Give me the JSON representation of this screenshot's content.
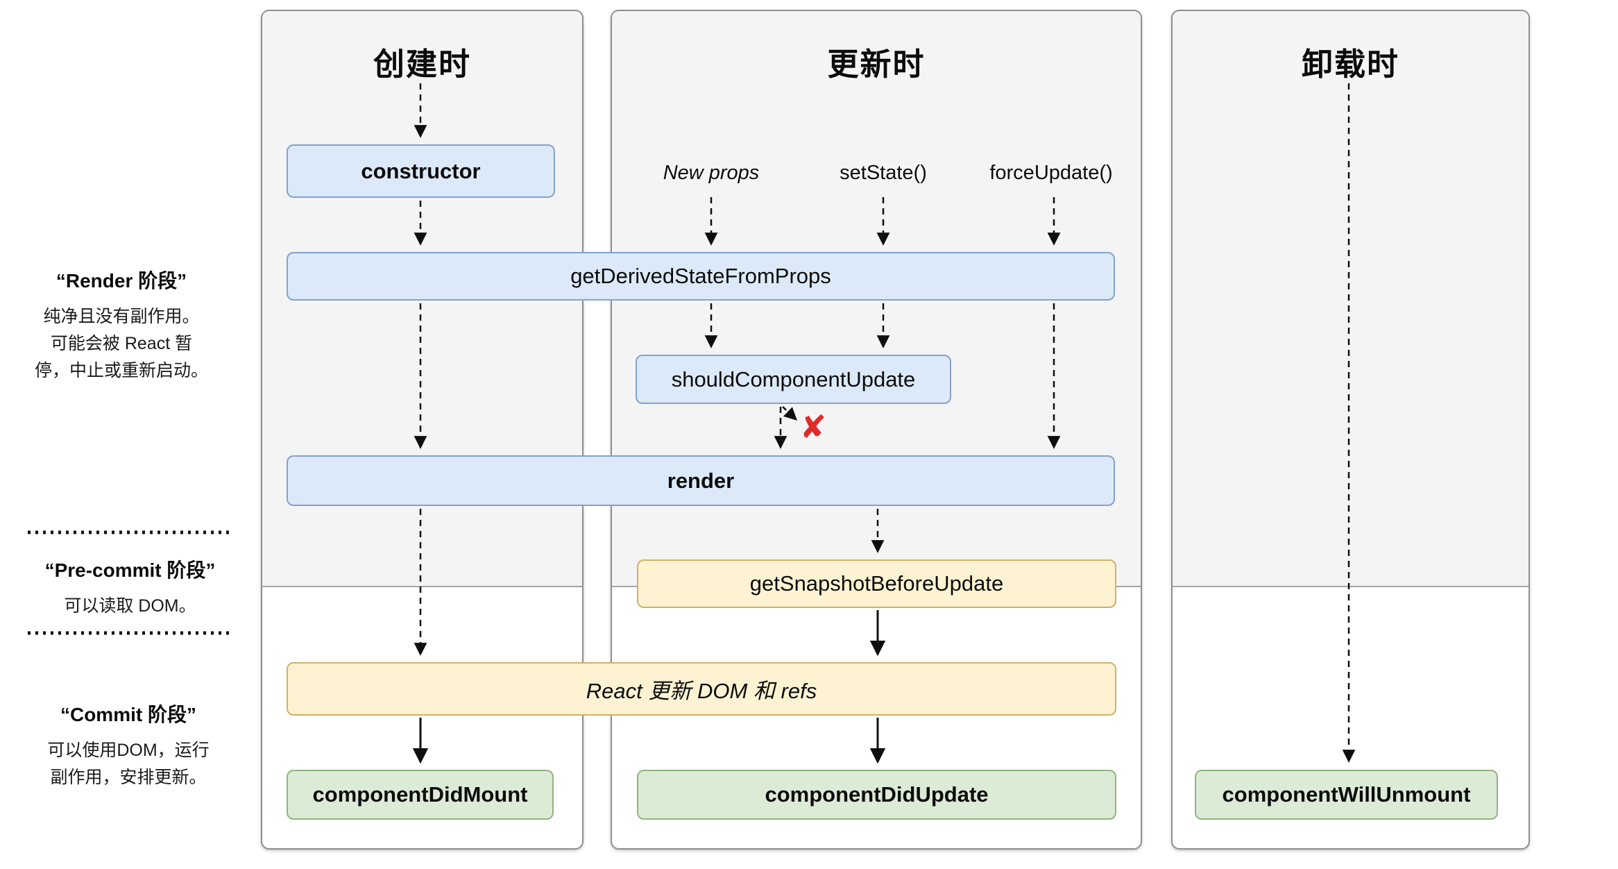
{
  "diagram": {
    "columns": [
      {
        "title": "创建时"
      },
      {
        "title": "更新时"
      },
      {
        "title": "卸载时"
      }
    ],
    "update_triggers": [
      {
        "label": "New props"
      },
      {
        "label": "setState()"
      },
      {
        "label": "forceUpdate()"
      }
    ],
    "nodes": {
      "constructor": "constructor",
      "get_derived_state_from_props": "getDerivedStateFromProps",
      "should_component_update": "shouldComponentUpdate",
      "render": "render",
      "get_snapshot_before_update": "getSnapshotBeforeUpdate",
      "react_updates_dom": "React 更新 DOM 和 refs",
      "component_did_mount": "componentDidMount",
      "component_did_update": "componentDidUpdate",
      "component_will_unmount": "componentWillUnmount"
    },
    "phase_labels": [
      {
        "title": "“Render 阶段”",
        "lines": [
          "纯净且没有副作用。",
          "可能会被 React 暂",
          "停，中止或重新启动。"
        ]
      },
      {
        "title": "“Pre-commit 阶段”",
        "lines": [
          "可以读取 DOM。"
        ]
      },
      {
        "title": "“Commit 阶段”",
        "lines": [
          "可以使用DOM，运行",
          "副作用，安排更新。"
        ]
      }
    ],
    "icons": {
      "abort_x_icon": "✘"
    },
    "colors": {
      "node_blue_fill": "#dbe9f8",
      "node_blue_border": "#84a2cc",
      "node_yellow_fill": "#fdf2d2",
      "node_yellow_border": "#cfb267",
      "node_green_fill": "#dcebd5",
      "node_green_border": "#90b483",
      "column_bg_top": "#f4f4f4",
      "column_bg_bottom": "#ffffff",
      "abort_x_red": "#e02b2b",
      "arrow_black": "#0f0f0f"
    }
  }
}
